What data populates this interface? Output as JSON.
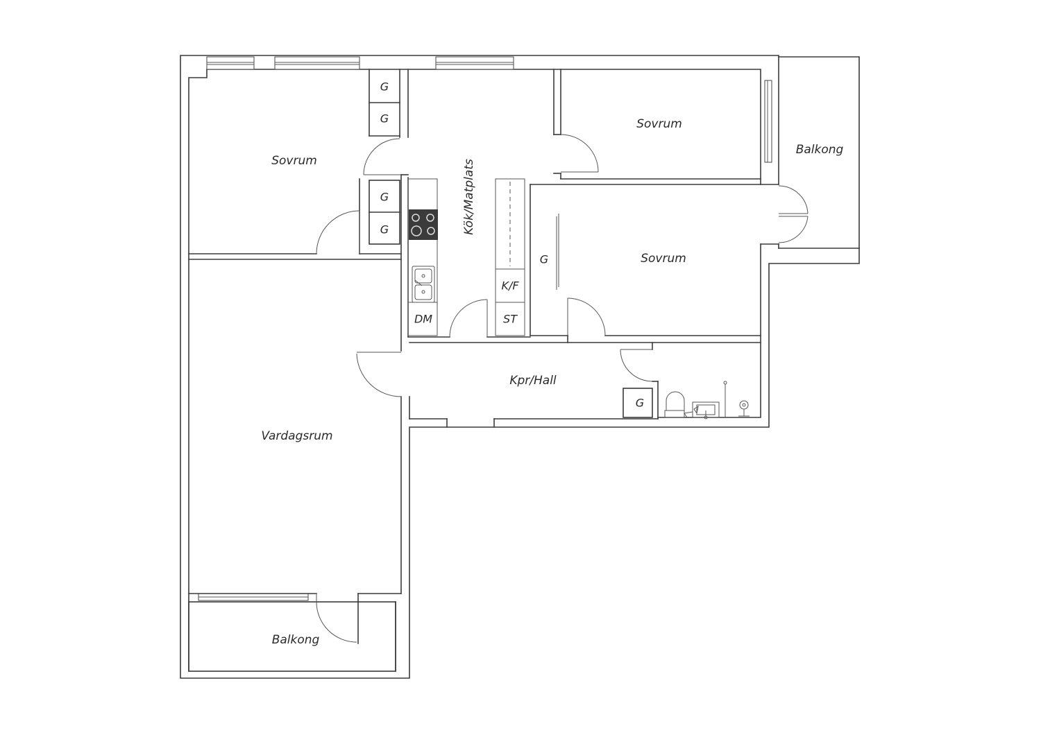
{
  "rooms": {
    "bedroom_1": "Sovrum",
    "bedroom_2": "Sovrum",
    "bedroom_3": "Sovrum",
    "kitchen": "Kök/Matplats",
    "living_room": "Vardagsrum",
    "hall": "Kpr/Hall",
    "balcony_east": "Balkong",
    "balcony_south": "Balkong"
  },
  "fixtures": {
    "wardrobe": "G",
    "fridge_freezer": "K/F",
    "tall_cabinet": "ST",
    "dishwasher": "DM"
  },
  "colors": {
    "wall": "#3a3a3a",
    "stove_top": "#3b3b3b",
    "background": "#ffffff"
  }
}
